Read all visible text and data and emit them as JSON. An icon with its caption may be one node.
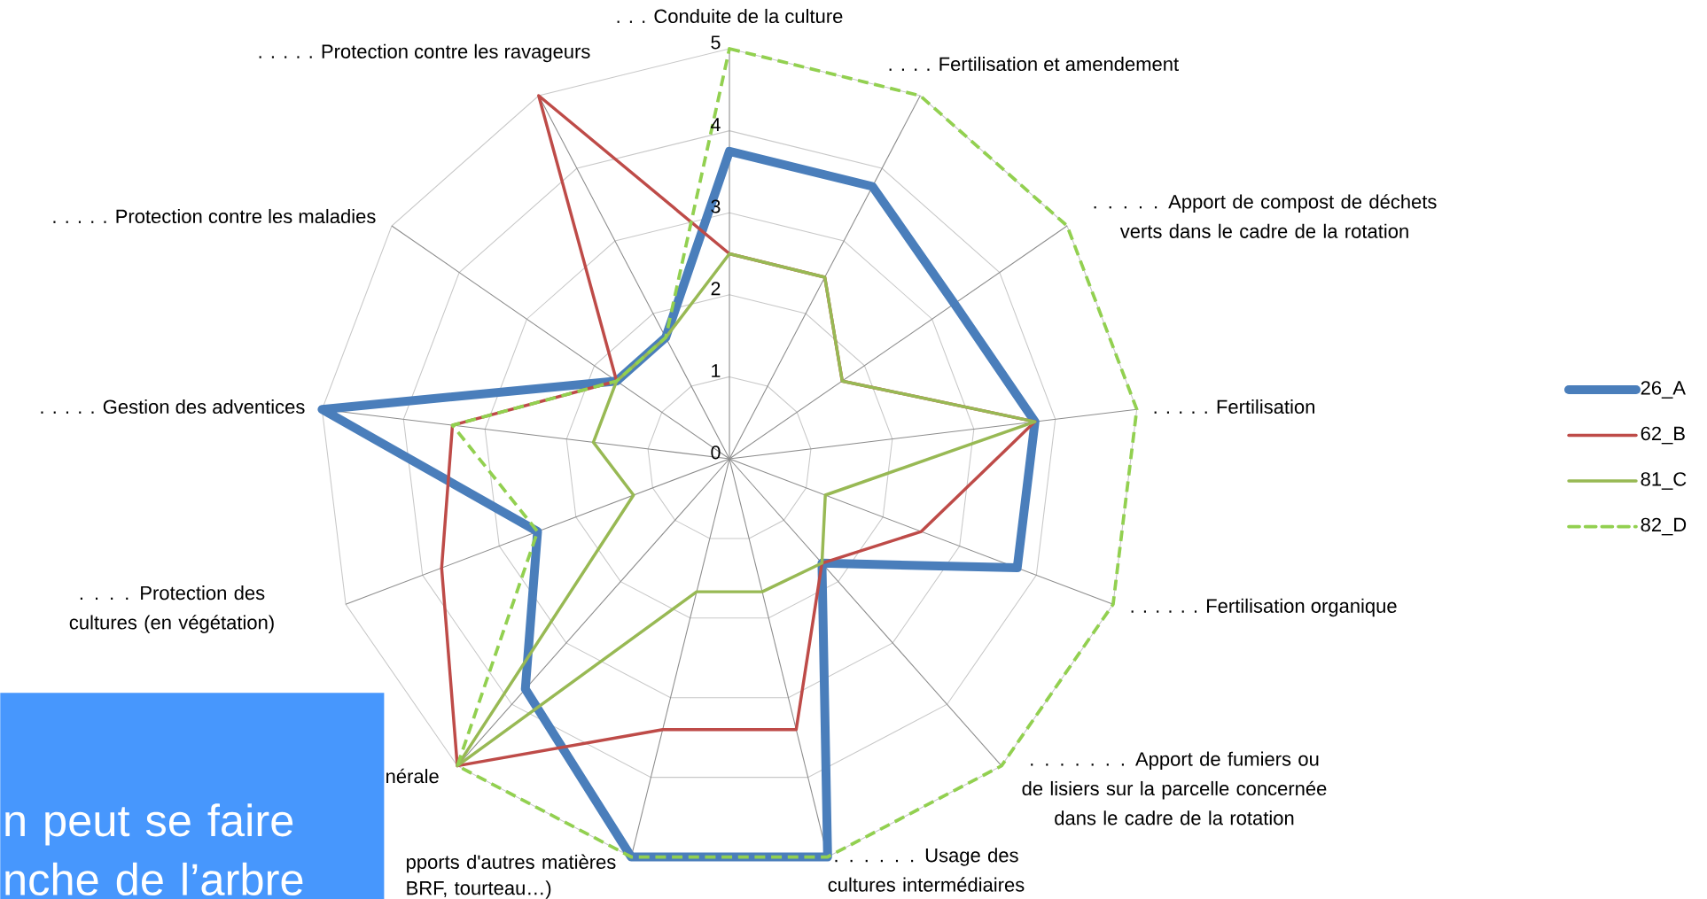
{
  "diagram": {
    "nodes": [
      {
        "text": [
          "n peut se faire nche de l’arbre"
        ]
      }
    ],
    "chart_data": {
      "type": "radar",
      "categories": [
        ". . . Conduite de la culture",
        ". . . . Fertilisation et amendement",
        ". . . . . Apport de compost de déchets verts dans le cadre de la rotation",
        ". . . . . Fertilisation",
        ". . . . . . Fertilisation organique",
        ". . . . . . . Apport de fumiers ou de lisiers sur la parcelle concernée dans le cadre de la rotation",
        ". . . . . . Usage des cultures intermédiaires",
        "pports d'autres matières BRF, tourteau…)",
        "nérale",
        ". . . . Protection des cultures (en végétation)",
        ". . . . . Gestion des adventices",
        ". . . . . Protection contre les maladies",
        ". . . . . Protection contre les ravageurs"
      ],
      "legend": "right",
      "ylim": [
        0,
        5
      ],
      "yticks": [
        0,
        1,
        2,
        3,
        4,
        5
      ],
      "series": [
        {
          "name": "26_A",
          "color": "#4a7ebb",
          "values": [
            3.75,
            3.75,
            3.33,
            3.75,
            3.75,
            1.7,
            5,
            5,
            3.75,
            2.5,
            5,
            1.67,
            1.67
          ]
        },
        {
          "name": "62_B",
          "color": "#be4b48",
          "values": [
            2.5,
            2.5,
            1.67,
            3.75,
            2.5,
            1.7,
            3.4,
            3.4,
            5,
            3.75,
            3.4,
            1.67,
            5
          ]
        },
        {
          "name": "81_C",
          "color": "#98b954",
          "values": [
            2.5,
            2.5,
            1.67,
            3.75,
            1.25,
            1.7,
            1.67,
            1.67,
            5,
            1.25,
            1.67,
            1.67,
            1.67
          ]
        },
        {
          "name": "82_D",
          "color": "#92d050",
          "values": [
            5,
            5,
            5,
            5,
            5,
            5,
            5,
            5,
            5,
            2.5,
            3.4,
            1.67,
            1.67
          ]
        }
      ]
    }
  }
}
